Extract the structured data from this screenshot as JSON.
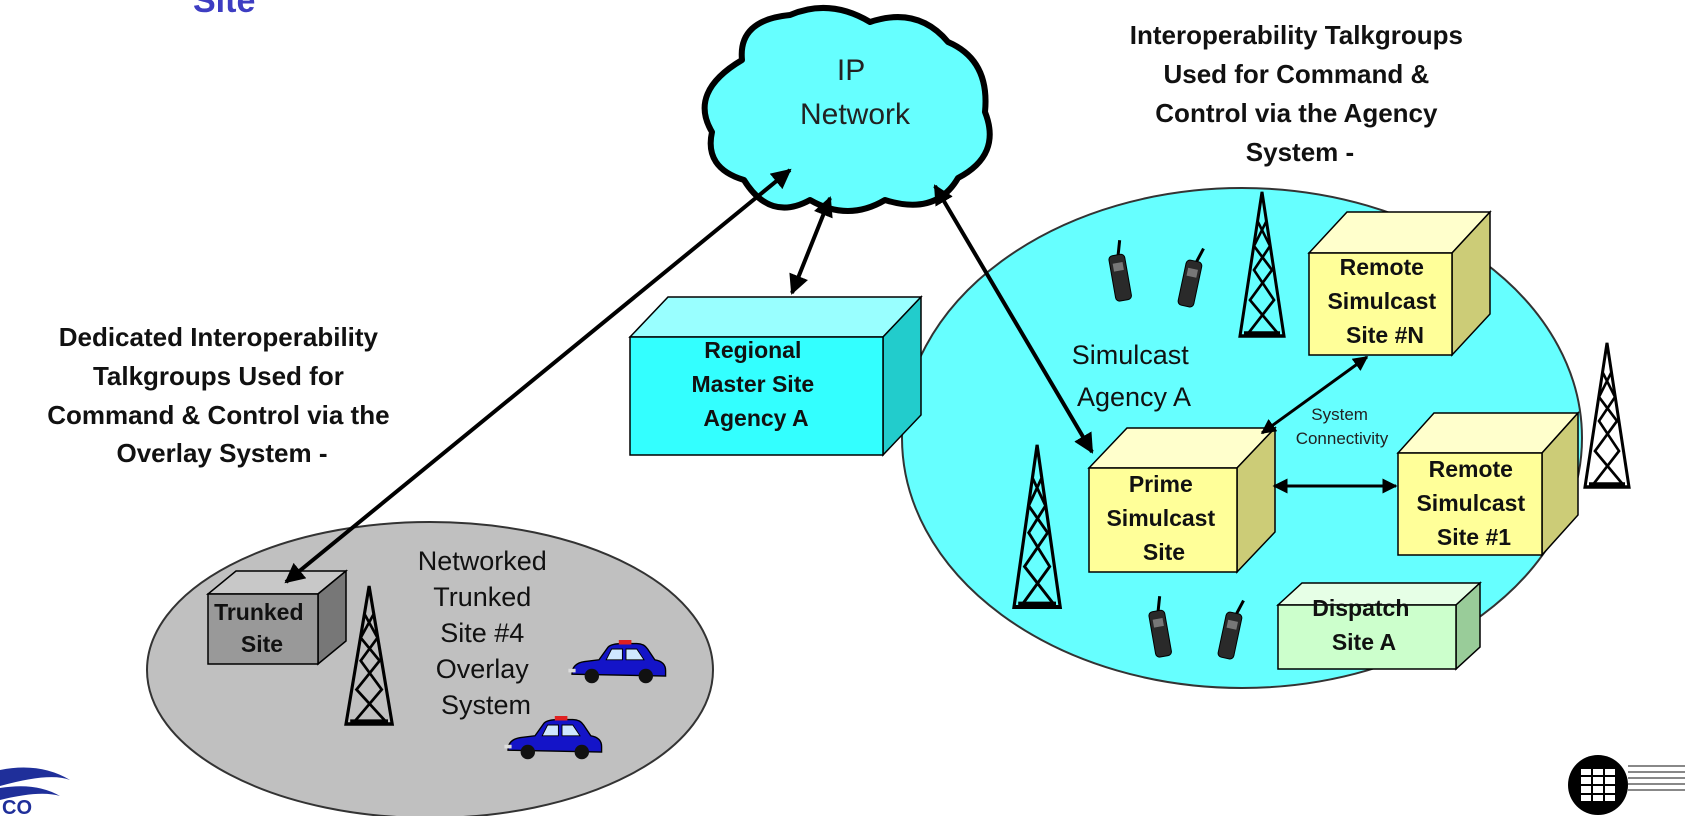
{
  "title_fragment": "Site",
  "ip_network": [
    "IP",
    "Network"
  ],
  "agency_note": [
    "Interoperability Talkgroups",
    "Used for Command &",
    "Control via the Agency",
    "System -"
  ],
  "overlay_note": [
    "Dedicated Interoperability",
    "Talkgroups Used for",
    "Command & Control via the",
    "Overlay System -"
  ],
  "regional_master": [
    "Regional",
    "Master Site",
    "Agency A"
  ],
  "simulcast_area": [
    "Simulcast",
    "Agency A"
  ],
  "remote_n": [
    "Remote",
    "Simulcast",
    "Site #N"
  ],
  "remote_1": [
    "Remote",
    "Simulcast",
    "Site #1"
  ],
  "prime": [
    "Prime",
    "Simulcast",
    "Site"
  ],
  "dispatch": [
    "Dispatch",
    "Site A"
  ],
  "system_connectivity": [
    "System",
    "Connectivity"
  ],
  "trunked_site": [
    "Trunked",
    "Site"
  ],
  "networked": [
    "Networked",
    "Trunked",
    "Site #4",
    "Overlay",
    "System"
  ],
  "colors": {
    "cloud": "#66ffff",
    "agency_ellipse": "#66ffff",
    "overlay_ellipse": "#c0c0c0",
    "regional_box": "#33ffff",
    "yellow_box": "#ffff99",
    "dispatch_box": "#ccffcc",
    "trunked_box": "#999999",
    "title": "#3d3dc2",
    "car": "#1414c8"
  }
}
